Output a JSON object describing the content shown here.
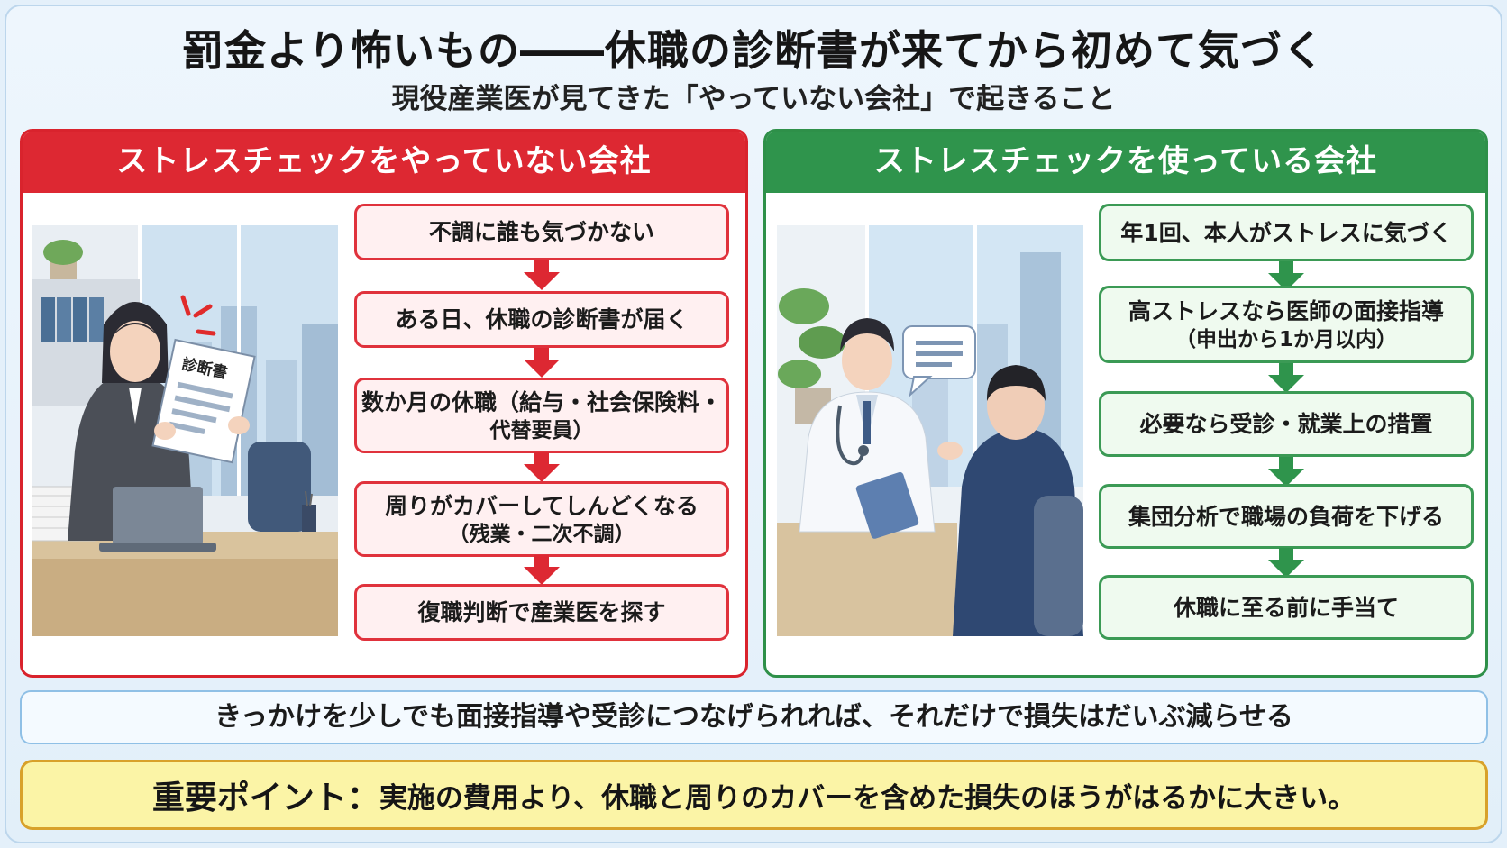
{
  "title": "罰金より怖いもの――休職の診断書が来てから初めて気づく",
  "subtitle": "現役産業医が見てきた「やっていない会社」で起きること",
  "left_panel": {
    "heading": "ストレスチェックをやっていない会社",
    "document_label": "診断書",
    "steps": [
      {
        "main": "不調に誰も気づかない",
        "sub": ""
      },
      {
        "main": "ある日、休職の診断書が届く",
        "sub": ""
      },
      {
        "main": "数か月の休職（給与・社会保険料・",
        "sub": "代替要員）"
      },
      {
        "main": "周りがカバーしてしんどくなる",
        "sub": "（残業・二次不調）"
      },
      {
        "main": "復職判断で産業医を探す",
        "sub": ""
      }
    ]
  },
  "right_panel": {
    "heading": "ストレスチェックを使っている会社",
    "steps": [
      {
        "main": "年1回、本人がストレスに気づく",
        "sub": ""
      },
      {
        "main": "高ストレスなら医師の面接指導",
        "sub": "（申出から1か月以内）"
      },
      {
        "main": "必要なら受診・就業上の措置",
        "sub": ""
      },
      {
        "main": "集団分析で職場の負荷を下げる",
        "sub": ""
      },
      {
        "main": "休職に至る前に手当て",
        "sub": ""
      }
    ]
  },
  "note": "きっかけを少しでも面接指導や受診につなげられれば、それだけで損失はだいぶ減らせる",
  "key_point": {
    "label": "重要ポイント：",
    "text": "実施の費用より、休職と周りのカバーを含めた損失のほうがはるかに大きい。"
  },
  "colors": {
    "left_accent": "#dd2832",
    "right_accent": "#2f944c",
    "note_border": "#8fc0e6",
    "key_background": "#fbf4a6"
  }
}
